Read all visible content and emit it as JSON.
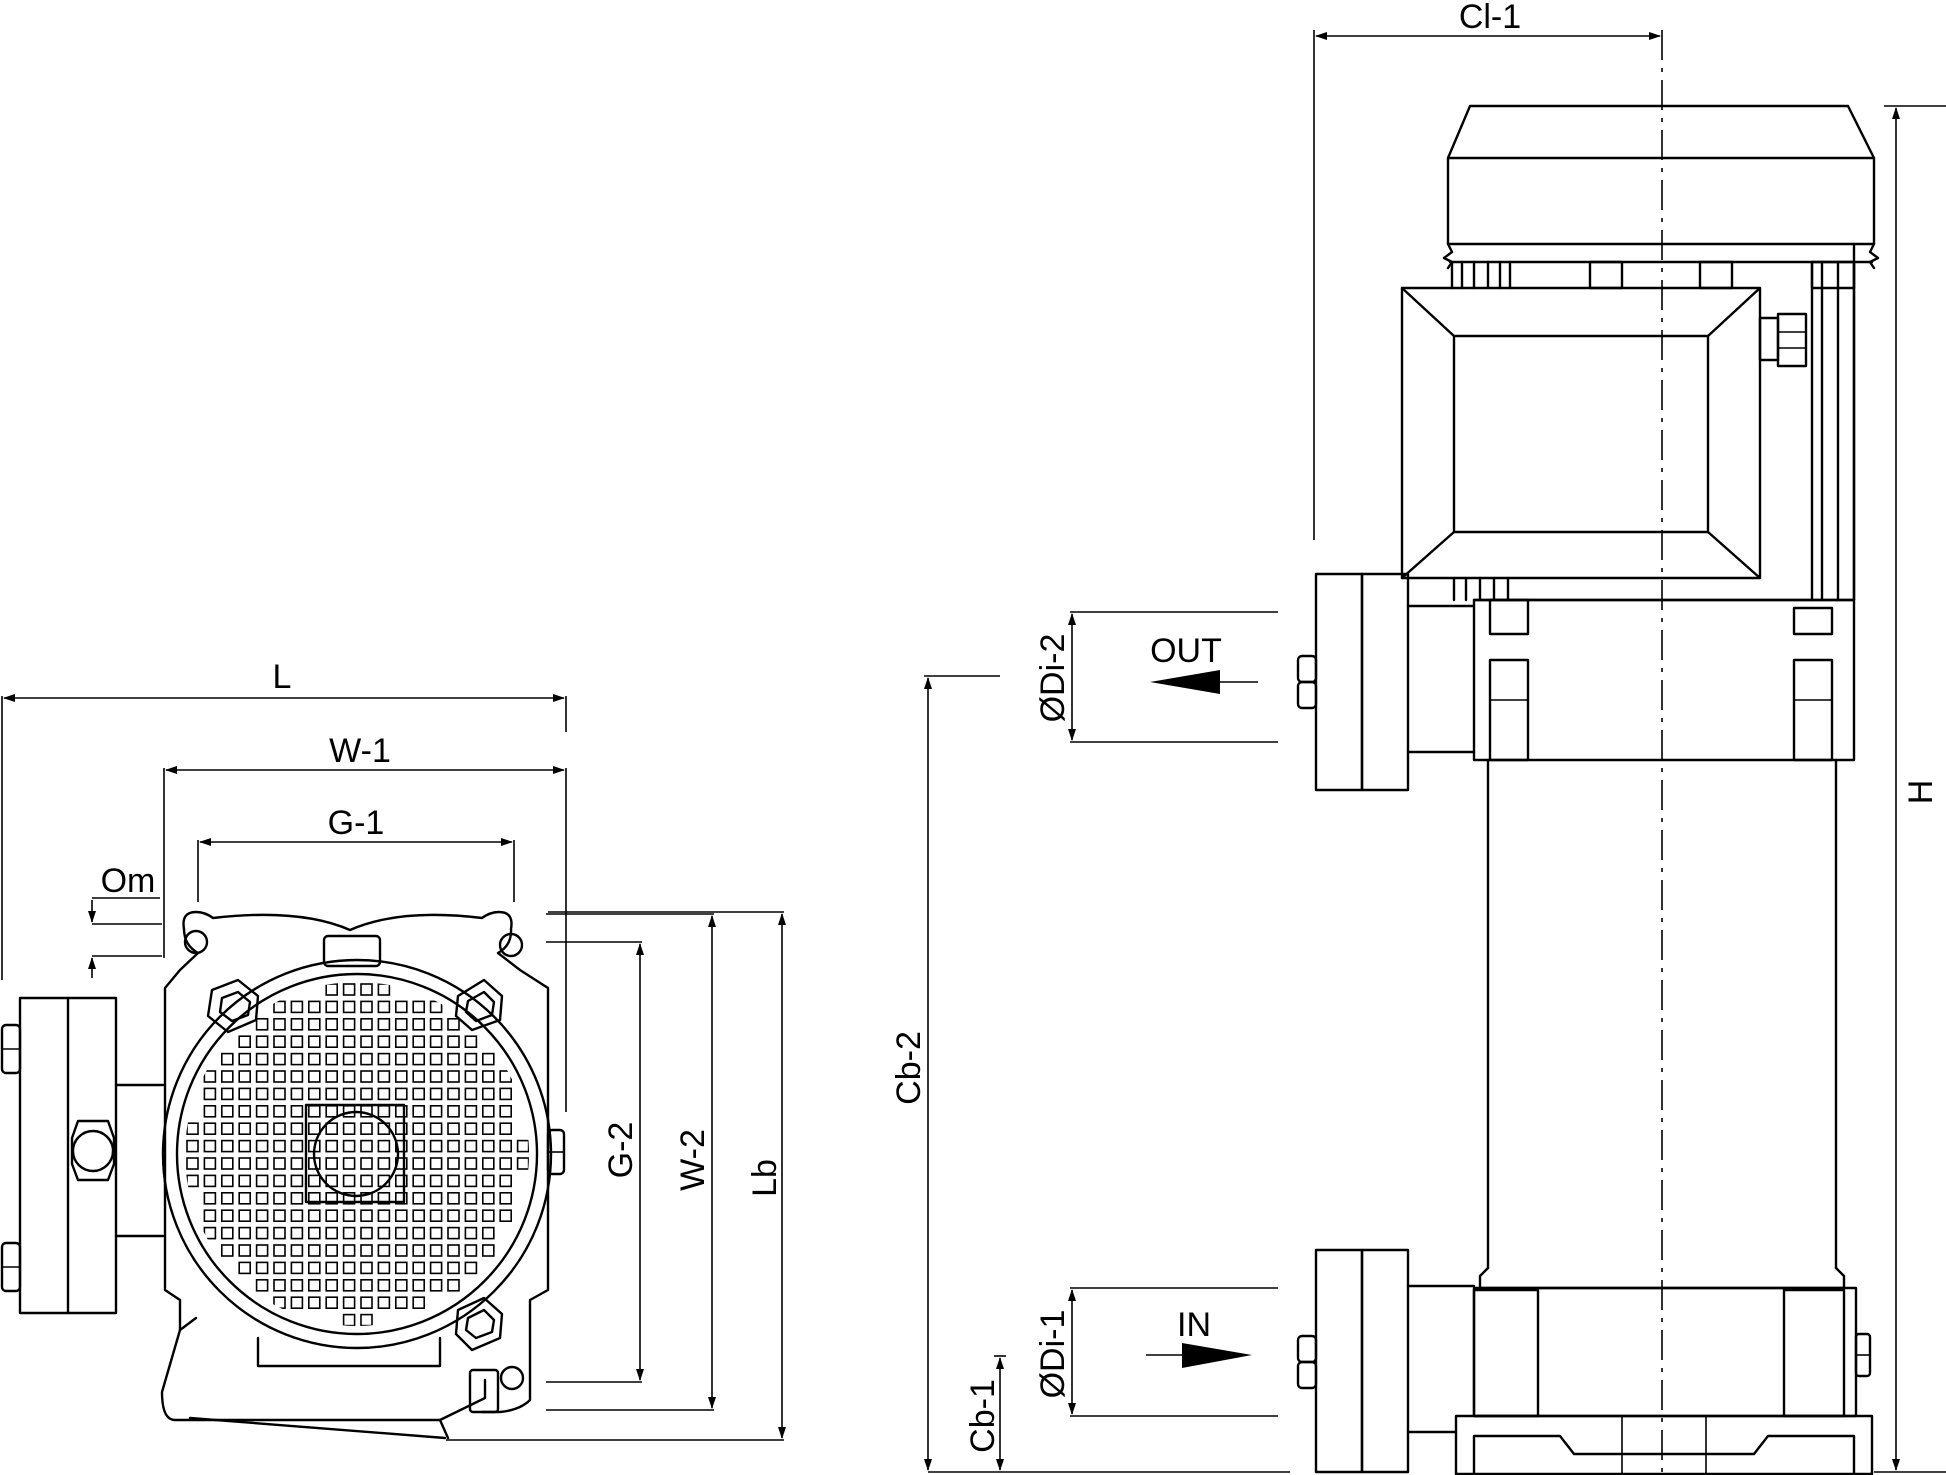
{
  "labels": {
    "L": "L",
    "W1": "W-1",
    "G1": "G-1",
    "Om": "Om",
    "G2": "G-2",
    "W2": "W-2",
    "Lb": "Lb",
    "Cl1": "Cl-1",
    "H": "H",
    "Cb2": "Cb-2",
    "Cb1": "Cb-1",
    "Di2": "ØDi-2",
    "Di1": "ØDi-1",
    "OUT": "OUT",
    "IN": "IN"
  }
}
